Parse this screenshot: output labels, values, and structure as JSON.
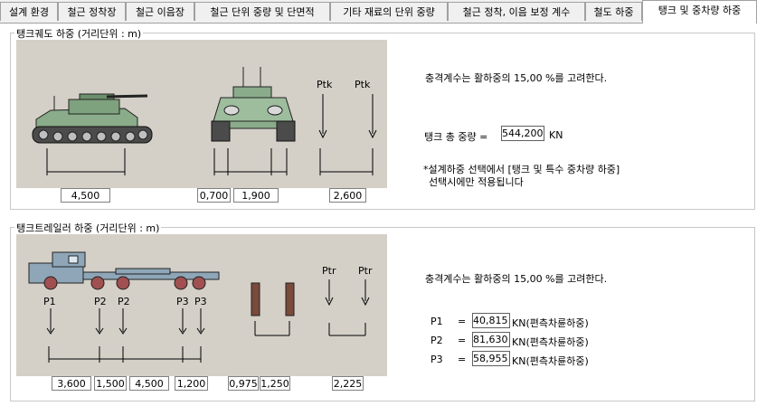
{
  "tabs": [
    {
      "label": "설계 환경"
    },
    {
      "label": "철근 정착장"
    },
    {
      "label": "철근 이음장"
    },
    {
      "label": "철근 단위 중량 및 단면적"
    },
    {
      "label": "기타 재료의 단위 중량"
    },
    {
      "label": "철근 정착, 이음 보정 계수"
    },
    {
      "label": "철도 하중"
    },
    {
      "label": "탱크 및 중차량 하중"
    }
  ],
  "tank": {
    "title": "탱크궤도 하중 (거리단위 : m)",
    "dims": [
      "4,500",
      "0,700",
      "1,900",
      "2,600"
    ],
    "load_labels": [
      "Ptk",
      "Ptk"
    ],
    "impact_text": "충격계수는 활하중의 15,00 %를 고려한다.",
    "total_label": "탱크 총 중량 =",
    "total_value": "544,200",
    "total_unit": "KN",
    "note_line1": "*설계하중 선택에서 [탱크 및 특수 중차량 하중]",
    "note_line2": "선택시에만 적용됩니다"
  },
  "trailer": {
    "title": "탱크트레일러 하중 (거리단위 : m)",
    "axle_labels": [
      "P1",
      "P2",
      "P2",
      "P3",
      "P3"
    ],
    "load_labels": [
      "Ptr",
      "Ptr"
    ],
    "dims": [
      "3,600",
      "1,500",
      "4,500",
      "1,200",
      "0,975",
      "1,250",
      "2,225"
    ],
    "impact_text": "충격계수는 활하중의 15,00 %를 고려한다.",
    "loads": [
      {
        "name": "P1",
        "eq": "=",
        "value": "40,815",
        "unit": "KN(편측차륜하중)"
      },
      {
        "name": "P2",
        "eq": "=",
        "value": "81,630",
        "unit": "KN(편측차륜하중)"
      },
      {
        "name": "P3",
        "eq": "=",
        "value": "58,955",
        "unit": "KN(편측차륜하중)"
      }
    ]
  }
}
